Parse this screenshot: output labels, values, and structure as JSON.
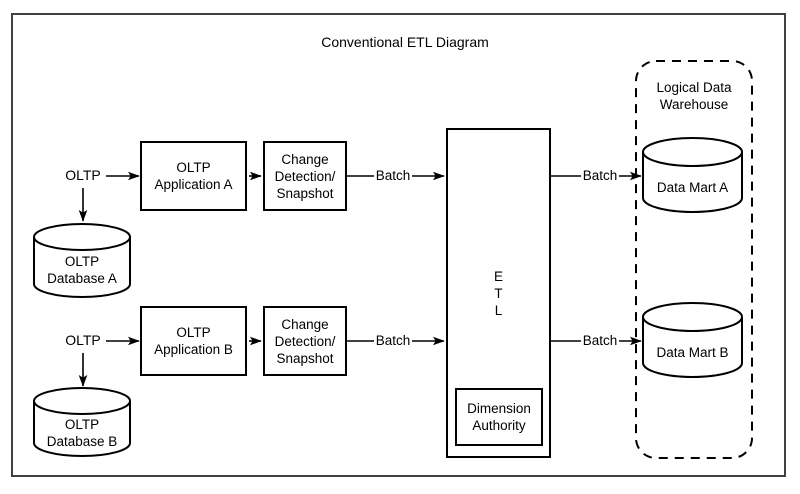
{
  "title": "Conventional ETL Diagram",
  "etl": {
    "letters": "E\nT\nL",
    "dimension_authority": "Dimension\nAuthority"
  },
  "warehouse": {
    "title": "Logical Data\nWarehouse",
    "data_mart_a": "Data Mart A",
    "data_mart_b": "Data Mart B"
  },
  "flow_a": {
    "source": "OLTP",
    "application": "OLTP\nApplication A",
    "change_detection": "Change\nDetection/\nSnapshot",
    "database": "OLTP\nDatabase A",
    "batch_to_etl": "Batch",
    "batch_to_mart": "Batch"
  },
  "flow_b": {
    "source": "OLTP",
    "application": "OLTP\nApplication B",
    "change_detection": "Change\nDetection/\nSnapshot",
    "database": "OLTP\nDatabase B",
    "batch_to_etl": "Batch",
    "batch_to_mart": "Batch"
  },
  "colors": {
    "ink": "#000000",
    "outer_border": "#404040",
    "background": "#ffffff"
  }
}
